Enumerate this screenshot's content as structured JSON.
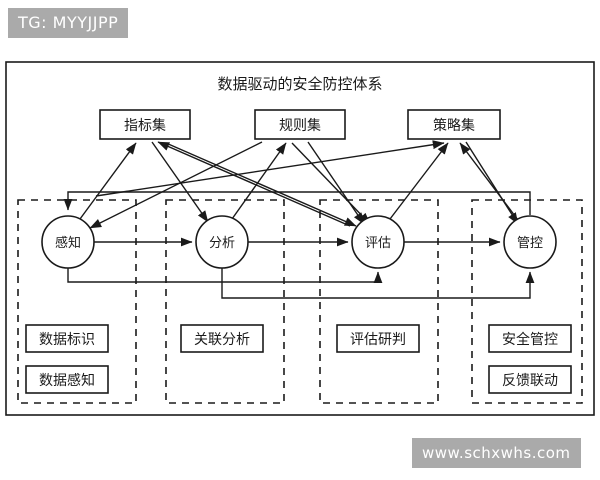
{
  "watermarks": {
    "top_left": "TG: MYYJJPP",
    "bottom_right": "www.schxwhs.com"
  },
  "diagram": {
    "title": "数据驱动的安全防控体系",
    "top_boxes": [
      {
        "label": "指标集"
      },
      {
        "label": "规则集"
      },
      {
        "label": "策略集"
      }
    ],
    "stage_nodes": [
      {
        "label": "感知"
      },
      {
        "label": "分析"
      },
      {
        "label": "评估"
      },
      {
        "label": "管控"
      }
    ],
    "columns": [
      {
        "items": [
          {
            "label": "数据标识"
          },
          {
            "label": "数据感知"
          }
        ]
      },
      {
        "items": [
          {
            "label": "关联分析"
          }
        ]
      },
      {
        "items": [
          {
            "label": "评估研判"
          }
        ]
      },
      {
        "items": [
          {
            "label": "安全管控"
          },
          {
            "label": "反馈联动"
          }
        ]
      }
    ],
    "colors": {
      "stroke": "#1a1a1a",
      "background": "#ffffff",
      "watermark_bg": "#aaaaaa",
      "watermark_fg": "#ffffff"
    }
  }
}
